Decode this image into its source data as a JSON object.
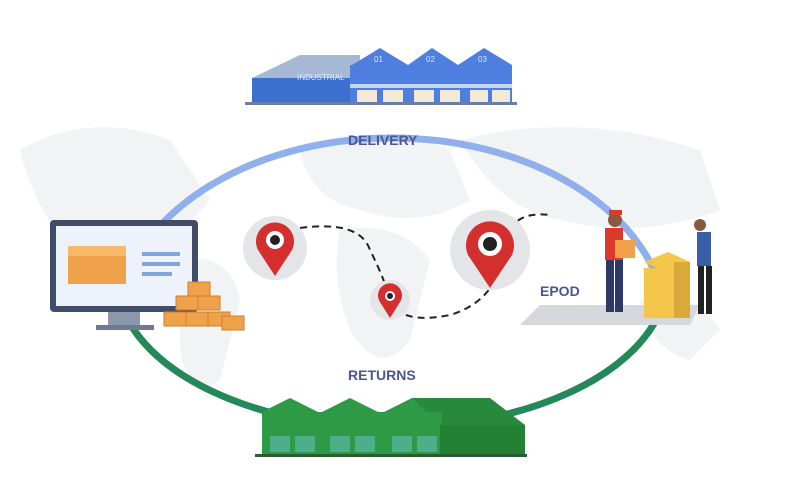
{
  "labels": {
    "delivery": "DELIVERY",
    "returns": "RETURNS",
    "epod": "EPOD"
  },
  "warehouse_top": {
    "sign": "INDUSTRIAL",
    "bays": [
      "01",
      "02",
      "03"
    ]
  },
  "colors": {
    "delivery_arc": "#8fb0ec",
    "returns_arc": "#23885a",
    "label_text": "#4b5591",
    "pin": "#d32f2f"
  }
}
